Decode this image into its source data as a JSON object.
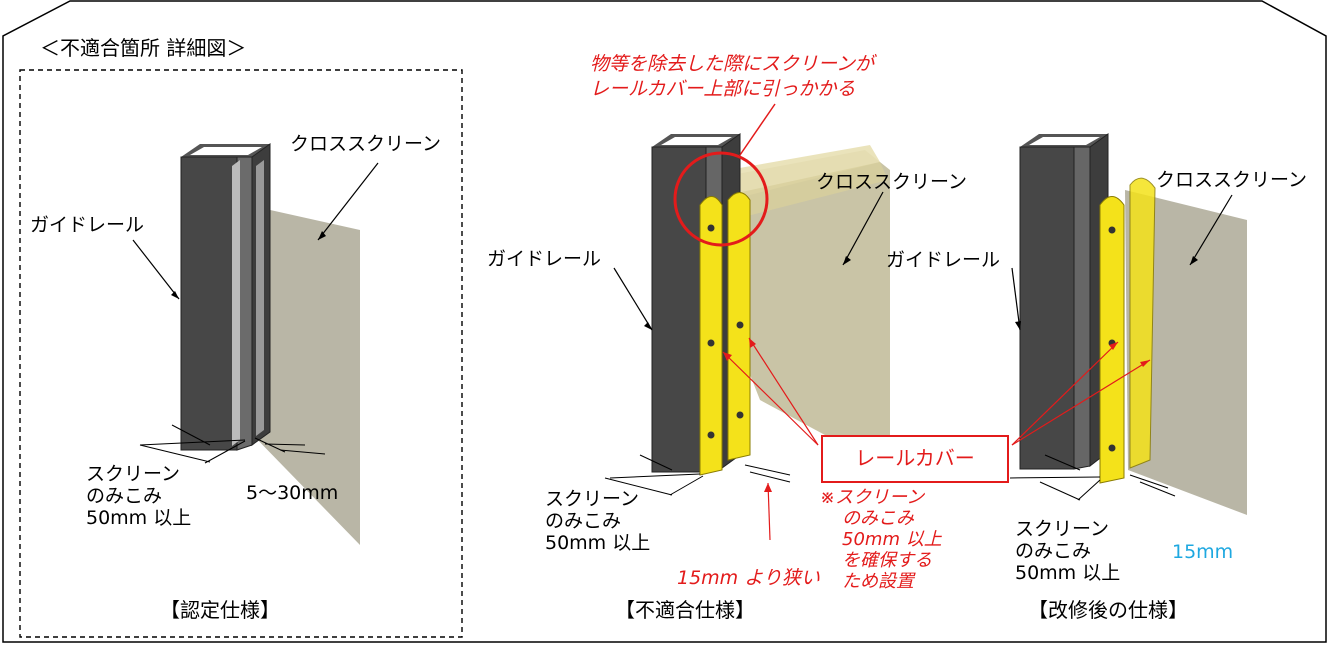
{
  "heading": "＜不適合箇所 詳細図＞",
  "panels": {
    "certified": {
      "caption": "【認定仕様】",
      "guide_rail": "ガイドレール",
      "cross_screen": "クロススクリーン",
      "embed": [
        "スクリーン",
        "のみこみ",
        "50mm 以上"
      ],
      "gap": "5〜30mm"
    },
    "nonconforming": {
      "caption": "【不適合仕様】",
      "problem_note": [
        "物等を除去した際にスクリーンが",
        "レールカバー上部に引っかかる"
      ],
      "guide_rail": "ガイドレール",
      "cross_screen": "クロススクリーン",
      "embed": [
        "スクリーン",
        "のみこみ",
        "50mm 以上"
      ],
      "gap": "15mm より狭い"
    },
    "modified": {
      "caption": "【改修後の仕様】",
      "guide_rail": "ガイドレール",
      "cross_screen": "クロススクリーン",
      "embed": [
        "スクリーン",
        "のみこみ",
        "50mm 以上"
      ],
      "gap": "15mm"
    }
  },
  "rail_cover": {
    "label": "レールカバー",
    "note": [
      "※スクリーン",
      "のみこみ",
      "50mm 以上",
      "を確保する",
      "ため設置"
    ]
  },
  "colors": {
    "rail": "#4a4a4a",
    "rail_dark": "#2e2e2e",
    "cover": "#f4e21a",
    "screen": "#b9b6a6",
    "accent_red": "#e31b1b",
    "accent_blue": "#1ea8e0"
  }
}
